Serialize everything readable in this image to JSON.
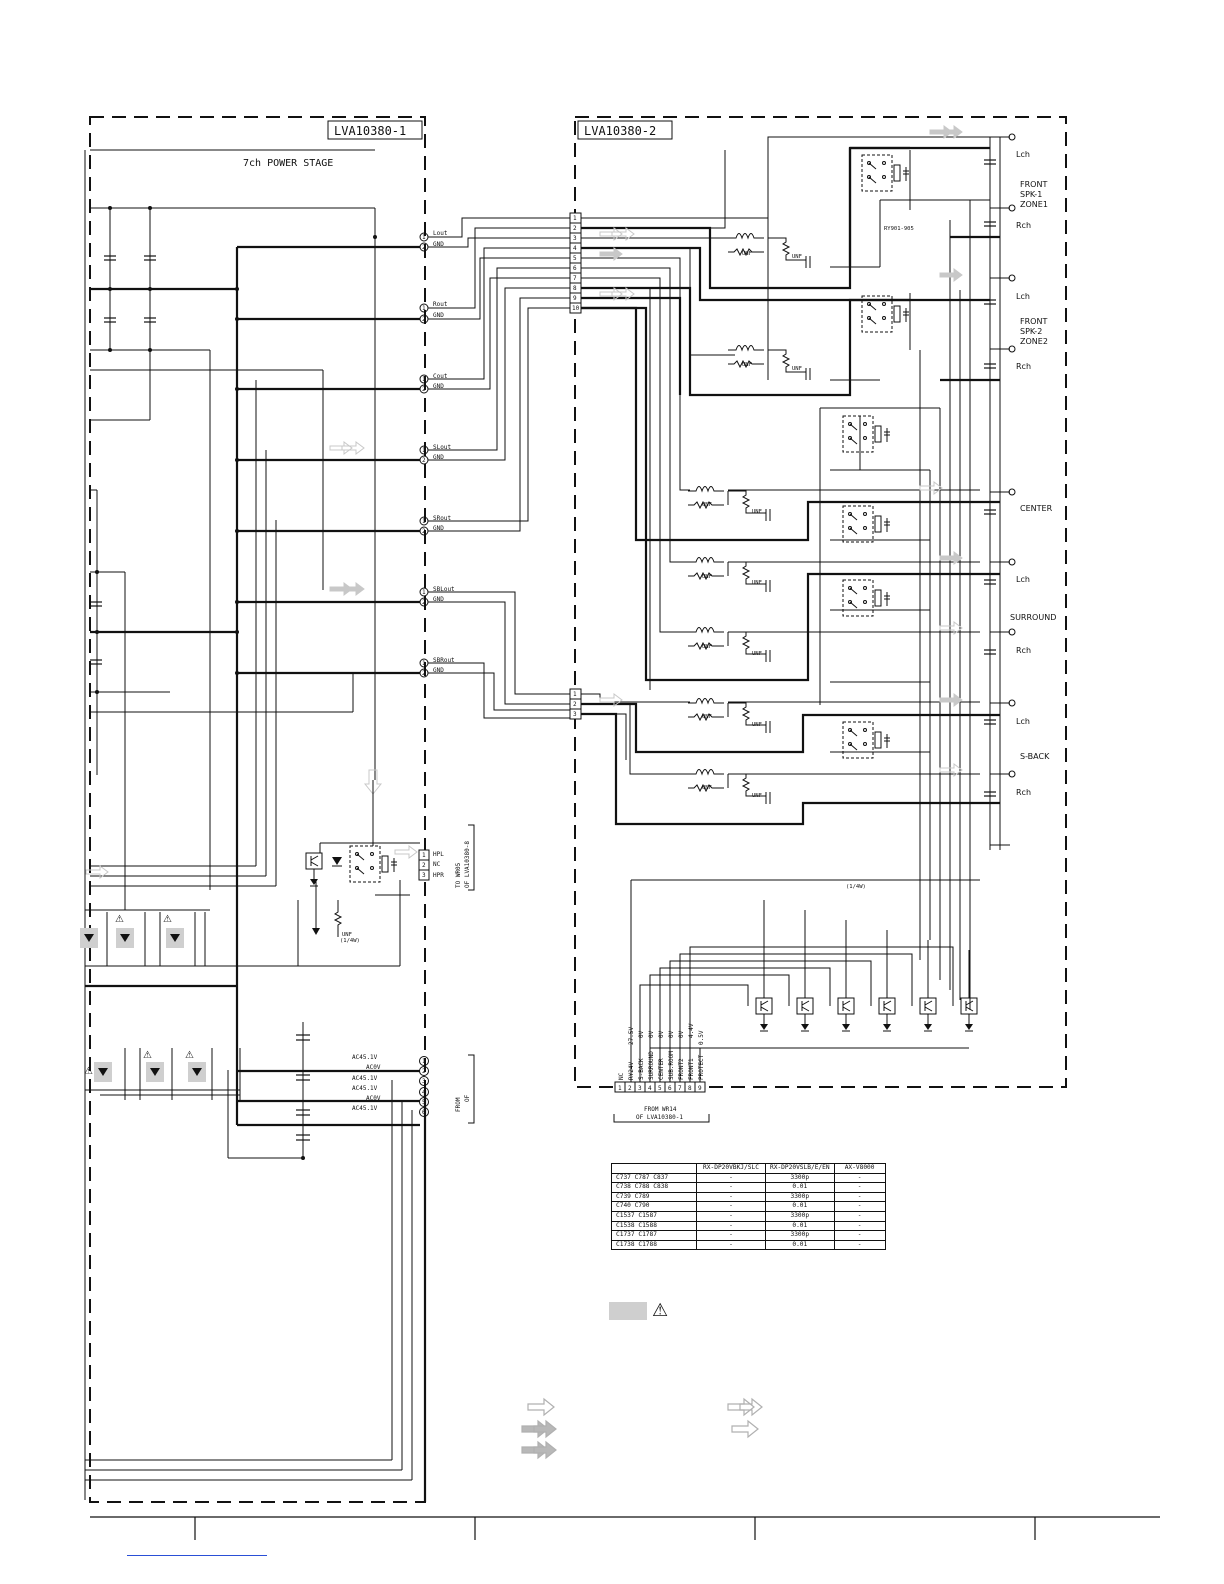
{
  "board_left": {
    "name": "LVA10380-1",
    "subtitle": "7ch POWER STAGE"
  },
  "board_right": {
    "name": "LVA10380-2"
  },
  "outputs_left": [
    {
      "sig": "Lout",
      "gnd": "GND"
    },
    {
      "sig": "Rout",
      "gnd": "GND"
    },
    {
      "sig": "Cout",
      "gnd": "GND"
    },
    {
      "sig": "SLout",
      "gnd": "GND"
    },
    {
      "sig": "SRout",
      "gnd": "GND"
    },
    {
      "sig": "SBLout",
      "gnd": "GND"
    },
    {
      "sig": "SBRout",
      "gnd": "GND"
    }
  ],
  "pin_numbers": [
    "1",
    "2",
    "3",
    "4",
    "5",
    "6",
    "7",
    "8",
    "9",
    "10"
  ],
  "speaker_labels": {
    "front1_l": "Lch",
    "front1_group": "FRONT",
    "front1_spk": "SPK-1",
    "front1_zone": "ZONE1",
    "front1_r": "Rch",
    "relay_ref": "RY901-905",
    "front2_l": "Lch",
    "front2_group": "FRONT",
    "front2_spk": "SPK-2",
    "front2_zone": "ZONE2",
    "front2_r": "Rch",
    "center": "CENTER",
    "surround_l": "Lch",
    "surround": "SURROUND",
    "surround_r": "Rch",
    "sback_l": "Lch",
    "sback": "S-BACK",
    "sback_r": "Rch"
  },
  "component_labels": {
    "unf": "UNF",
    "res_note": "(1/4W)"
  },
  "headphone": {
    "pins": [
      {
        "n": "1",
        "label": "HPL"
      },
      {
        "n": "2",
        "label": "NC"
      },
      {
        "n": "3",
        "label": "HPR"
      }
    ],
    "dest_line1": "TO WR05",
    "dest_line2": "OF LVA10380-8"
  },
  "ac_connector": {
    "pins": [
      {
        "n": "1",
        "label": "AC45.1V"
      },
      {
        "n": "2",
        "label": "AC0V"
      },
      {
        "n": "3",
        "label": "AC45.1V"
      },
      {
        "n": "4",
        "label": "AC45.1V"
      },
      {
        "n": "5",
        "label": "AC0V"
      },
      {
        "n": "6",
        "label": "AC45.1V"
      }
    ],
    "from_line1": "FROM",
    "from_line2": "OF"
  },
  "bottom_connector": {
    "pins": [
      {
        "n": "1",
        "label": "NC",
        "v": ""
      },
      {
        "n": "2",
        "label": "RY24V",
        "v": "27.5V"
      },
      {
        "n": "3",
        "label": "S-BACK",
        "v": "0V"
      },
      {
        "n": "4",
        "label": "SURROUND",
        "v": "0V"
      },
      {
        "n": "5",
        "label": "CENTER",
        "v": "0V"
      },
      {
        "n": "6",
        "label": "SUB.ROOM",
        "v": "0V"
      },
      {
        "n": "7",
        "label": "FRONT2",
        "v": "0V"
      },
      {
        "n": "8",
        "label": "FRONT1",
        "v": "4.4V"
      },
      {
        "n": "9",
        "label": "PROTECT",
        "v": "0.5V"
      }
    ],
    "from_line1": "FROM WR14",
    "from_line2": "OF LVA10380-1"
  },
  "cap_table": {
    "headers": [
      "",
      "RX-DP20VBKJ/SLC",
      "RX-DP20VSLB/E/EN",
      "AX-V8000"
    ],
    "rows": [
      [
        "C737 C787 C837",
        "-",
        "3300p",
        "-"
      ],
      [
        "C738 C788 C838",
        "-",
        "0.01",
        "-"
      ],
      [
        "C739 C789",
        "-",
        "3300p",
        "-"
      ],
      [
        "C740 C790",
        "-",
        "0.01",
        "-"
      ],
      [
        "C1537 C1587",
        "-",
        "3300p",
        "-"
      ],
      [
        "C1538 C1588",
        "-",
        "0.01",
        "-"
      ],
      [
        "C1737 C1787",
        "-",
        "3300p",
        "-"
      ],
      [
        "C1738 C1788",
        "-",
        "0.01",
        "-"
      ]
    ]
  },
  "legend": {
    "warn_symbol": "⚠"
  }
}
